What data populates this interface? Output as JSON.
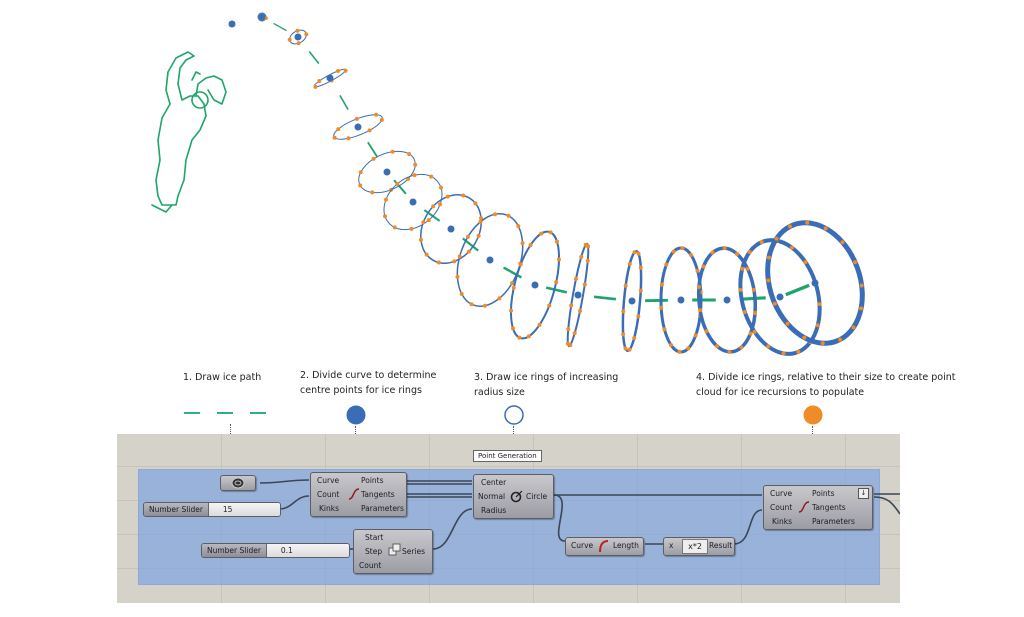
{
  "steps": [
    {
      "number": "1.",
      "text_lines": [
        "1. Draw ice path"
      ],
      "marker": "dashed-line-icon"
    },
    {
      "number": "2.",
      "text_lines": [
        "2. Divide curve to determine",
        "centre points for ice rings"
      ],
      "marker": "filled-circle-icon"
    },
    {
      "number": "3.",
      "text_lines": [
        "3. Draw ice rings of increasing",
        "radius size"
      ],
      "marker": "hollow-circle-icon"
    },
    {
      "number": "4.",
      "text_lines": [
        "4. Divide ice rings, relative to their size to create point",
        "cloud for ice recursions to populate"
      ],
      "marker": "orange-circle-icon"
    }
  ],
  "colors": {
    "path_green": "#1ea56b",
    "ring_blue": "#3a6db5",
    "point_orange": "#f08c28",
    "canvas_bg": "#d5d2ca",
    "group_blue": "#82a5e1"
  },
  "illustration": {
    "rings_count": 15,
    "figure": "green line-drawing of a skating figure"
  },
  "grasshopper": {
    "tooltip": "Point Generation",
    "curve_param": {
      "icon": "curve-param-icon"
    },
    "divide_curve_1": {
      "inputs": [
        "Curve",
        "Count",
        "Kinks"
      ],
      "outputs": [
        "Points",
        "Tangents",
        "Parameters"
      ]
    },
    "slider_count": {
      "name": "Number Slider",
      "value": "15"
    },
    "slider_step": {
      "name": "Number Slider",
      "value": "0.1"
    },
    "series": {
      "inputs": [
        "Start",
        "Step",
        "Count"
      ],
      "outputs": [
        "Series"
      ]
    },
    "circle": {
      "inputs": [
        "Center",
        "Normal",
        "Radius"
      ],
      "outputs": [
        "Circle"
      ]
    },
    "length": {
      "inputs": [
        "Curve"
      ],
      "outputs": [
        "Length"
      ]
    },
    "expression": {
      "inputs": [
        "x"
      ],
      "expression": "x*2",
      "outputs": [
        "Result"
      ]
    },
    "divide_curve_2": {
      "inputs": [
        "Curve",
        "Count",
        "Kinks"
      ],
      "outputs": [
        "Points",
        "Tangents",
        "Parameters"
      ]
    }
  }
}
